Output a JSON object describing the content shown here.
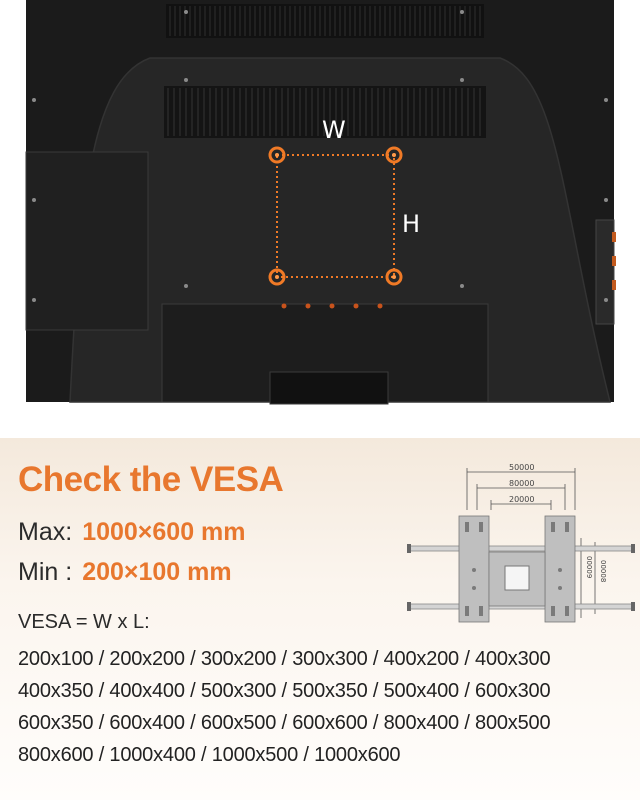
{
  "tv": {
    "width_label": "W",
    "height_label": "H",
    "accent_color": "#f07a26"
  },
  "info": {
    "title": "Check the VESA",
    "max_label": "Max:",
    "max_value": "1000×600 mm",
    "min_label": "Min :",
    "min_value": "200×100 mm",
    "formula": "VESA = W x L:",
    "size_lines": [
      "200x100 / 200x200 / 300x200 / 300x300 / 400x200 / 400x300",
      "400x350 / 400x400 / 500x300 / 500x350 / 500x400 / 600x300",
      "600x350 / 600x400 / 600x500 / 600x600 / 800x400 / 800x500",
      "800x600 / 1000x400 / 1000x500 / 1000x600"
    ]
  },
  "mount_diagram": {
    "dim_top": "50000",
    "dim_mid": "80000",
    "dim_low": "20000",
    "dim_v1": "00009",
    "dim_v2": "00008"
  },
  "colors": {
    "accent": "#e8772e",
    "tv_body": "#1a1a1a",
    "panel_bg": "#f4e9dc"
  }
}
